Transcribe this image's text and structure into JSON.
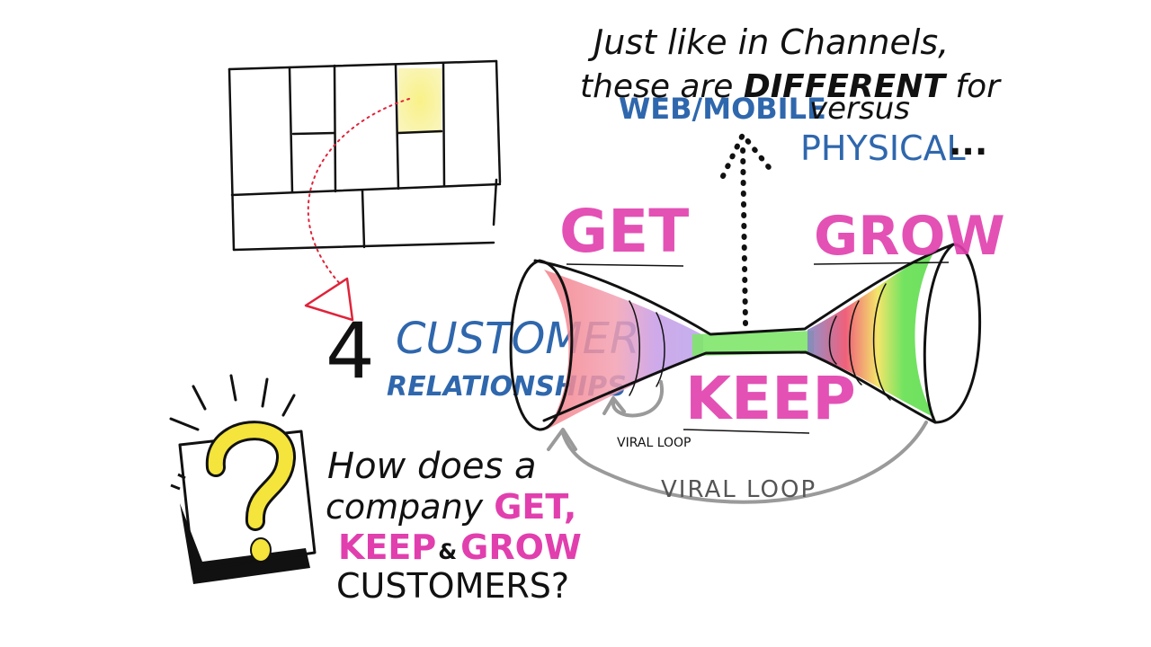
{
  "headline": {
    "line1": "Just like in Channels,",
    "line2_prefix": "these are ",
    "line2_emph": "DIFFERENT",
    "line2_suffix": " for",
    "web_mobile": "WEB/MOBILE",
    "versus": "versus",
    "physical": "PHYSICAL",
    "ellipsis": "..."
  },
  "block_number": "4",
  "block_title_line1": "CUSTOMER",
  "block_title_line2": "RELATIONSHIPS",
  "funnel": {
    "get": "GET",
    "keep": "KEEP",
    "grow": "GROW",
    "viral_loop_small": "VIRAL LOOP",
    "viral_loop_large": "VIRAL LOOP"
  },
  "question": {
    "line1": "How does a",
    "line2_prefix": "company ",
    "line2_emph": "GET,",
    "line3_a": "KEEP",
    "line3_amp": "&",
    "line3_b": "GROW",
    "line4": "CUSTOMERS?"
  },
  "colors": {
    "ink": "#111111",
    "blue": "#2f67ad",
    "pink": "#e13fae",
    "highlight_yellow": "#f6ef8a",
    "question_yellow": "#f4e43b",
    "arrow_red": "#e0233a",
    "loop_gray": "#9a9a9a"
  }
}
